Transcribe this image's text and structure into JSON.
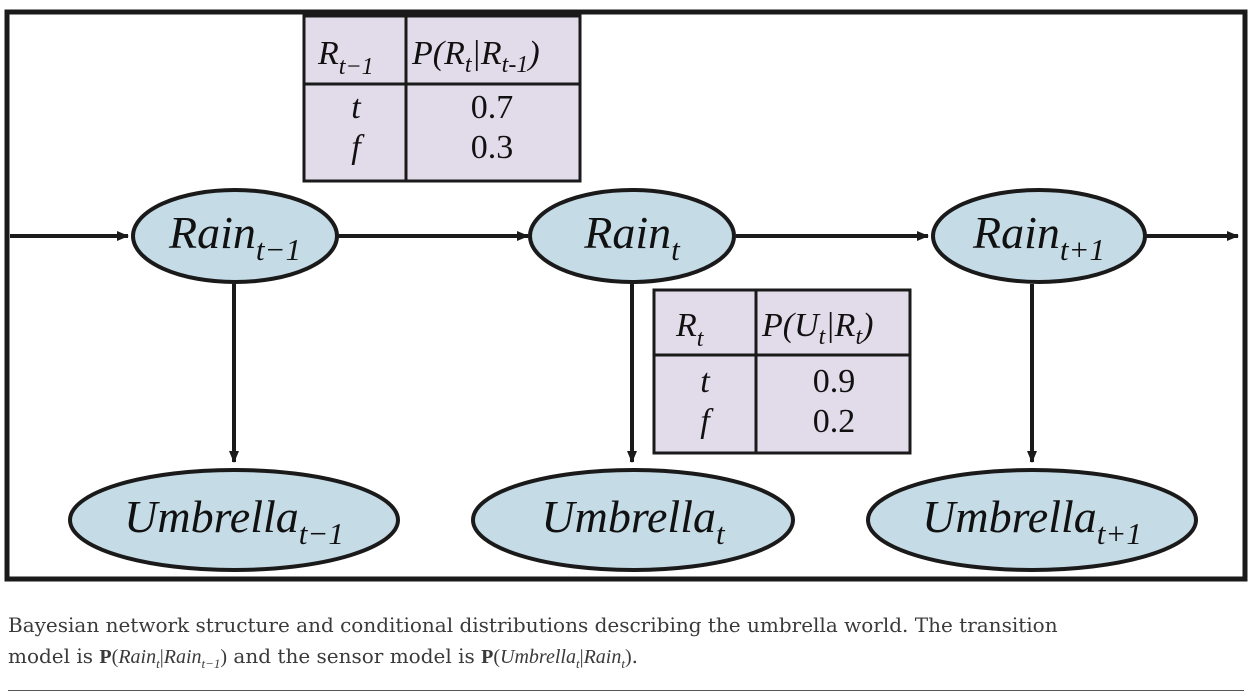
{
  "nodes": {
    "rain_prev": {
      "name": "Rain",
      "sub": "t−1"
    },
    "rain_t": {
      "name": "Rain",
      "sub": "t"
    },
    "rain_next": {
      "name": "Rain",
      "sub": "t+1"
    },
    "umb_prev": {
      "name": "Umbrella",
      "sub": "t−1"
    },
    "umb_t": {
      "name": "Umbrella",
      "sub": "t"
    },
    "umb_next": {
      "name": "Umbrella",
      "sub": "t+1"
    }
  },
  "transition_table": {
    "header_var": "R",
    "header_var_sub": "t−1",
    "header_prob": "P(R",
    "header_prob_sub1": "t",
    "header_prob_mid": "|R",
    "header_prob_sub2": "t-1",
    "header_prob_end": ")",
    "rows": [
      {
        "cond": "t",
        "value": "0.7"
      },
      {
        "cond": "f",
        "value": "0.3"
      }
    ]
  },
  "sensor_table": {
    "header_var": "R",
    "header_var_sub": "t",
    "header_prob": "P(U",
    "header_prob_sub1": "t",
    "header_prob_mid": "|R",
    "header_prob_sub2": "t",
    "header_prob_end": ")",
    "rows": [
      {
        "cond": "t",
        "value": "0.9"
      },
      {
        "cond": "f",
        "value": "0.2"
      }
    ]
  },
  "caption": {
    "line1": "Bayesian network structure and conditional distributions describing the umbrella world. The transition",
    "line2_pre": "model is ",
    "line2_mid": " and the sensor model is ",
    "line2_end": ".",
    "bold_p": "P",
    "trans_a": "Rain",
    "trans_a_sub": "t",
    "trans_b": "Rain",
    "trans_b_sub": "t−1",
    "sensor_a": "Umbrella",
    "sensor_a_sub": "t",
    "sensor_b": "Rain",
    "sensor_b_sub": "t"
  },
  "colors": {
    "node_fill": "#c5dbe6",
    "table_fill": "#e2dcea",
    "stroke": "#1a1a1a"
  }
}
